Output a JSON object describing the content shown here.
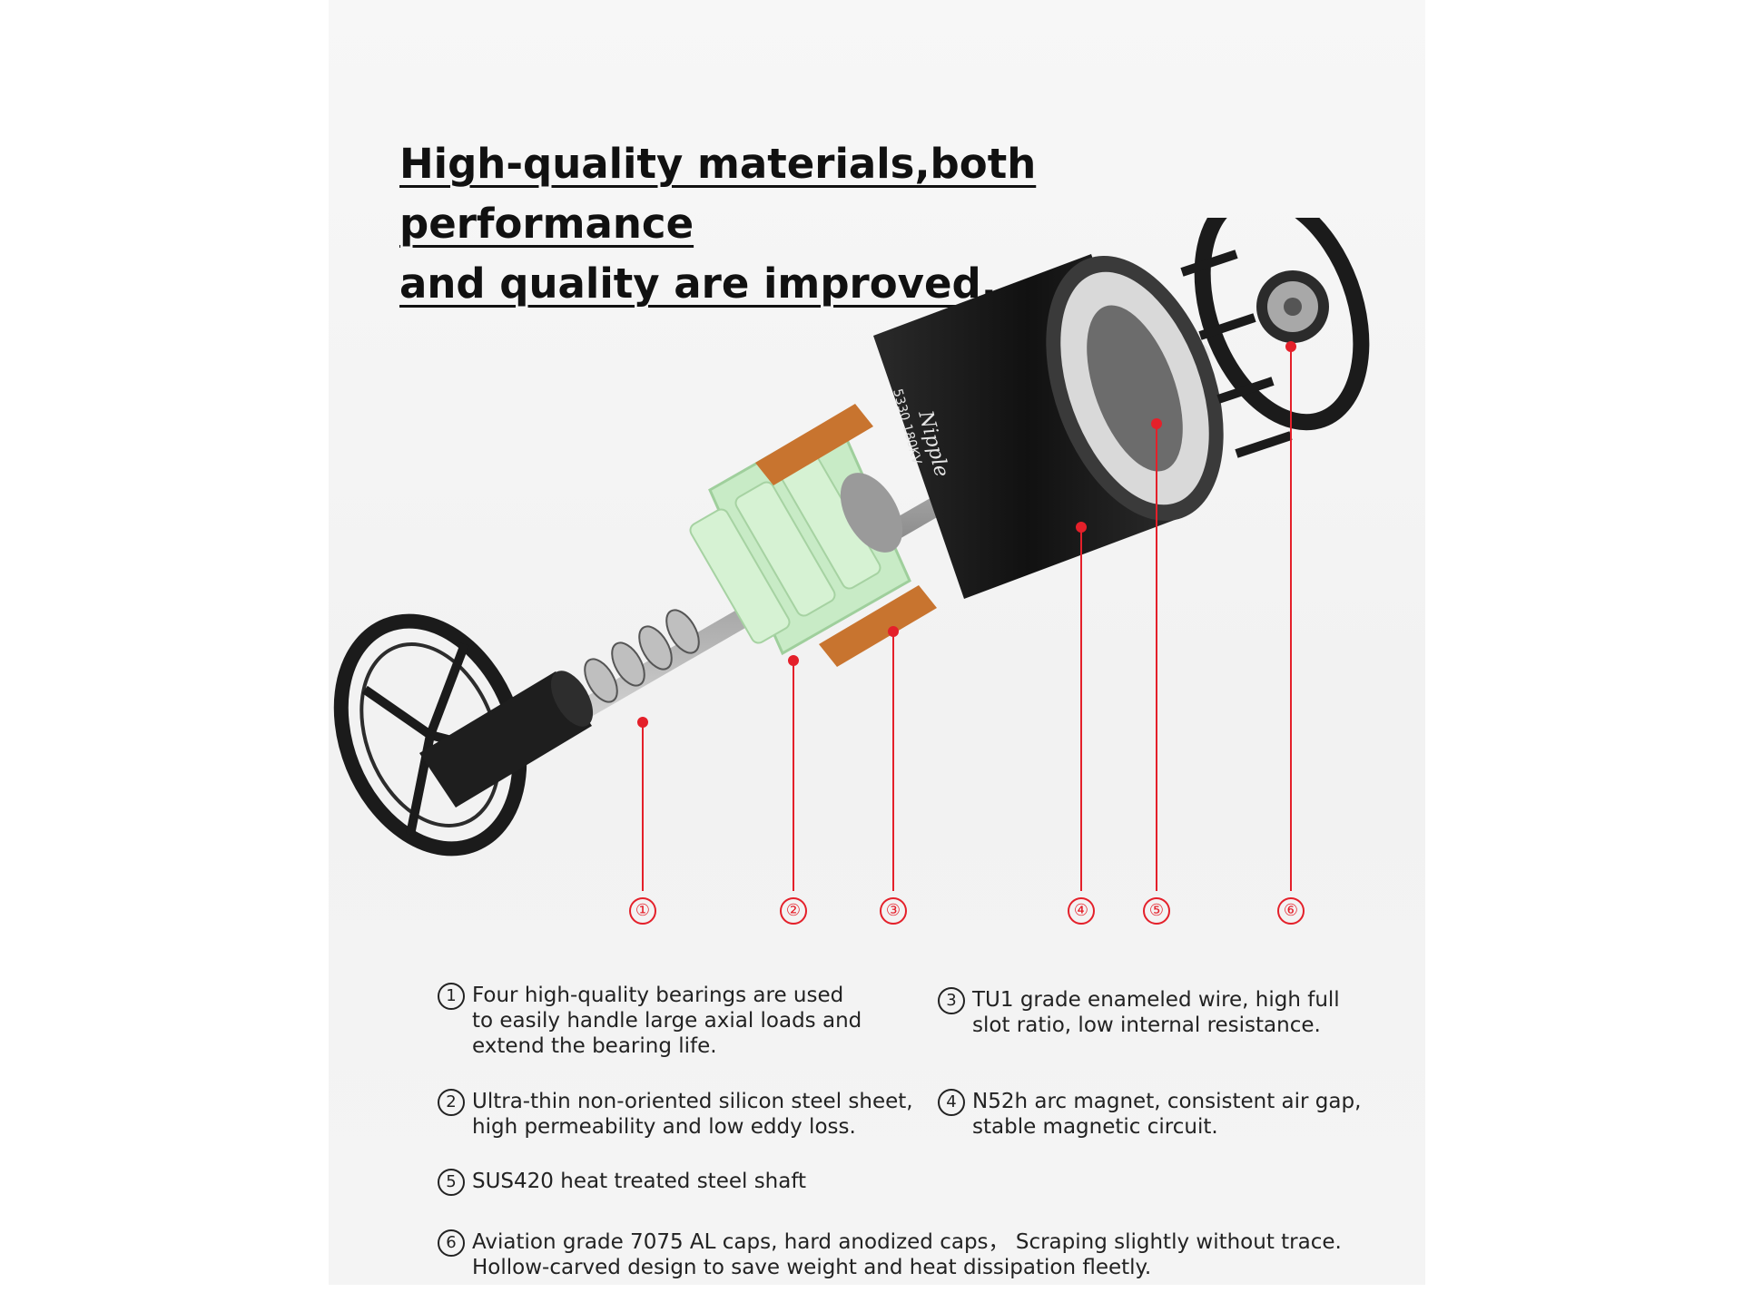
{
  "heading": {
    "line1": "High-quality materials,both performance",
    "line2": "and quality are improved."
  },
  "motor_label": {
    "brand": "Nipple",
    "model": "5330 180KV"
  },
  "callouts": [
    "①",
    "②",
    "③",
    "④",
    "⑤",
    "⑥"
  ],
  "features": [
    {
      "num": "1",
      "lines": [
        "Four high-quality bearings are used",
        "to easily handle large axial loads and",
        "extend the bearing life."
      ]
    },
    {
      "num": "3",
      "lines": [
        "TU1 grade enameled wire, high full",
        "slot ratio, low internal resistance."
      ]
    },
    {
      "num": "2",
      "lines": [
        "Ultra-thin non-oriented silicon steel sheet,",
        "high permeability and low eddy loss."
      ]
    },
    {
      "num": "4",
      "lines": [
        "N52h arc magnet, consistent air gap,",
        "stable magnetic circuit."
      ]
    },
    {
      "num": "5",
      "lines": [
        "SUS420 heat treated steel shaft"
      ]
    },
    {
      "num": "6",
      "lines": [
        "Aviation grade 7075 AL caps, hard anodized caps， Scraping slightly without trace.",
        "Hollow-carved design to save weight and heat dissipation fleetly."
      ]
    }
  ],
  "colors": {
    "accent": "#e4202a",
    "stator_green": "#c8ebc6",
    "copper": "#c8742f",
    "dark": "#1b1b1b"
  }
}
